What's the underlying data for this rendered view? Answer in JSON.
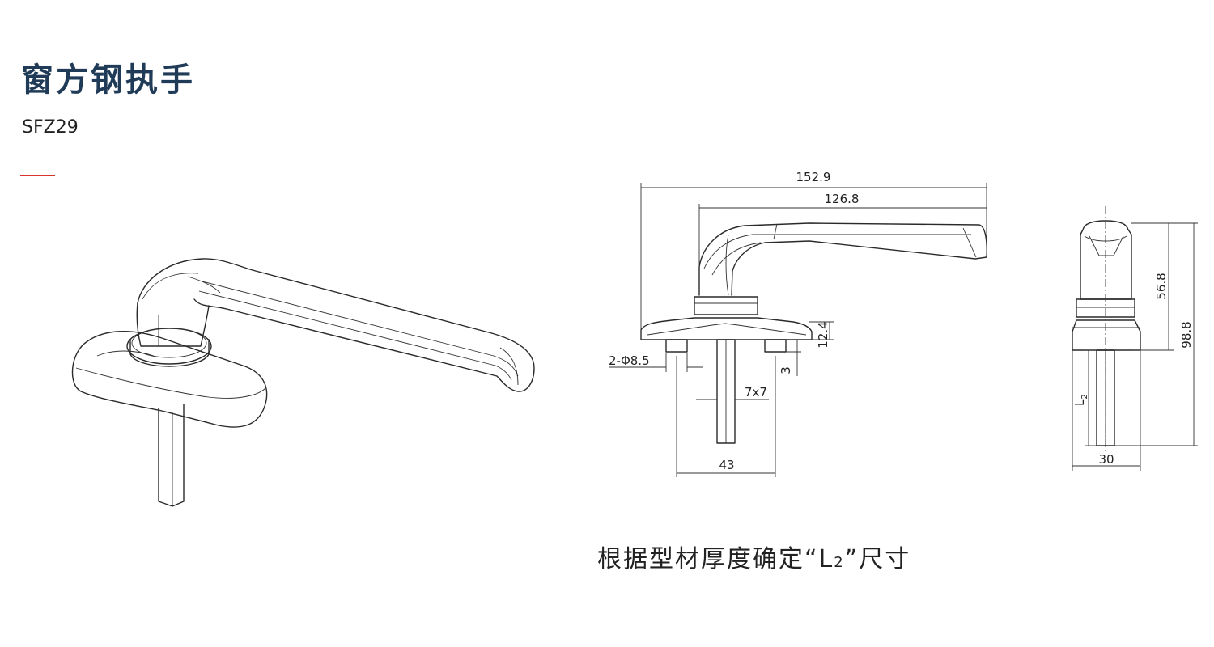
{
  "header": {
    "title": "窗方钢执手",
    "model": "SFZ29"
  },
  "colors": {
    "title": "#1f3b57",
    "accent": "#d9342b",
    "line": "#2a2a2a"
  },
  "dimensions": {
    "overall_length": "152.9",
    "lever_length": "126.8",
    "base_height": "12.4",
    "mount_holes": "2-Φ8.5",
    "boss_height": "3",
    "spindle": "7x7",
    "hole_spacing": "43",
    "handle_height": "56.8",
    "total_height": "98.8",
    "spindle_length_label": "L",
    "spindle_length_sub": "2",
    "side_width": "30"
  },
  "note": {
    "prefix": "根据型材厚度确定“",
    "letter": "L",
    "sub": "2",
    "suffix": "”尺寸"
  }
}
